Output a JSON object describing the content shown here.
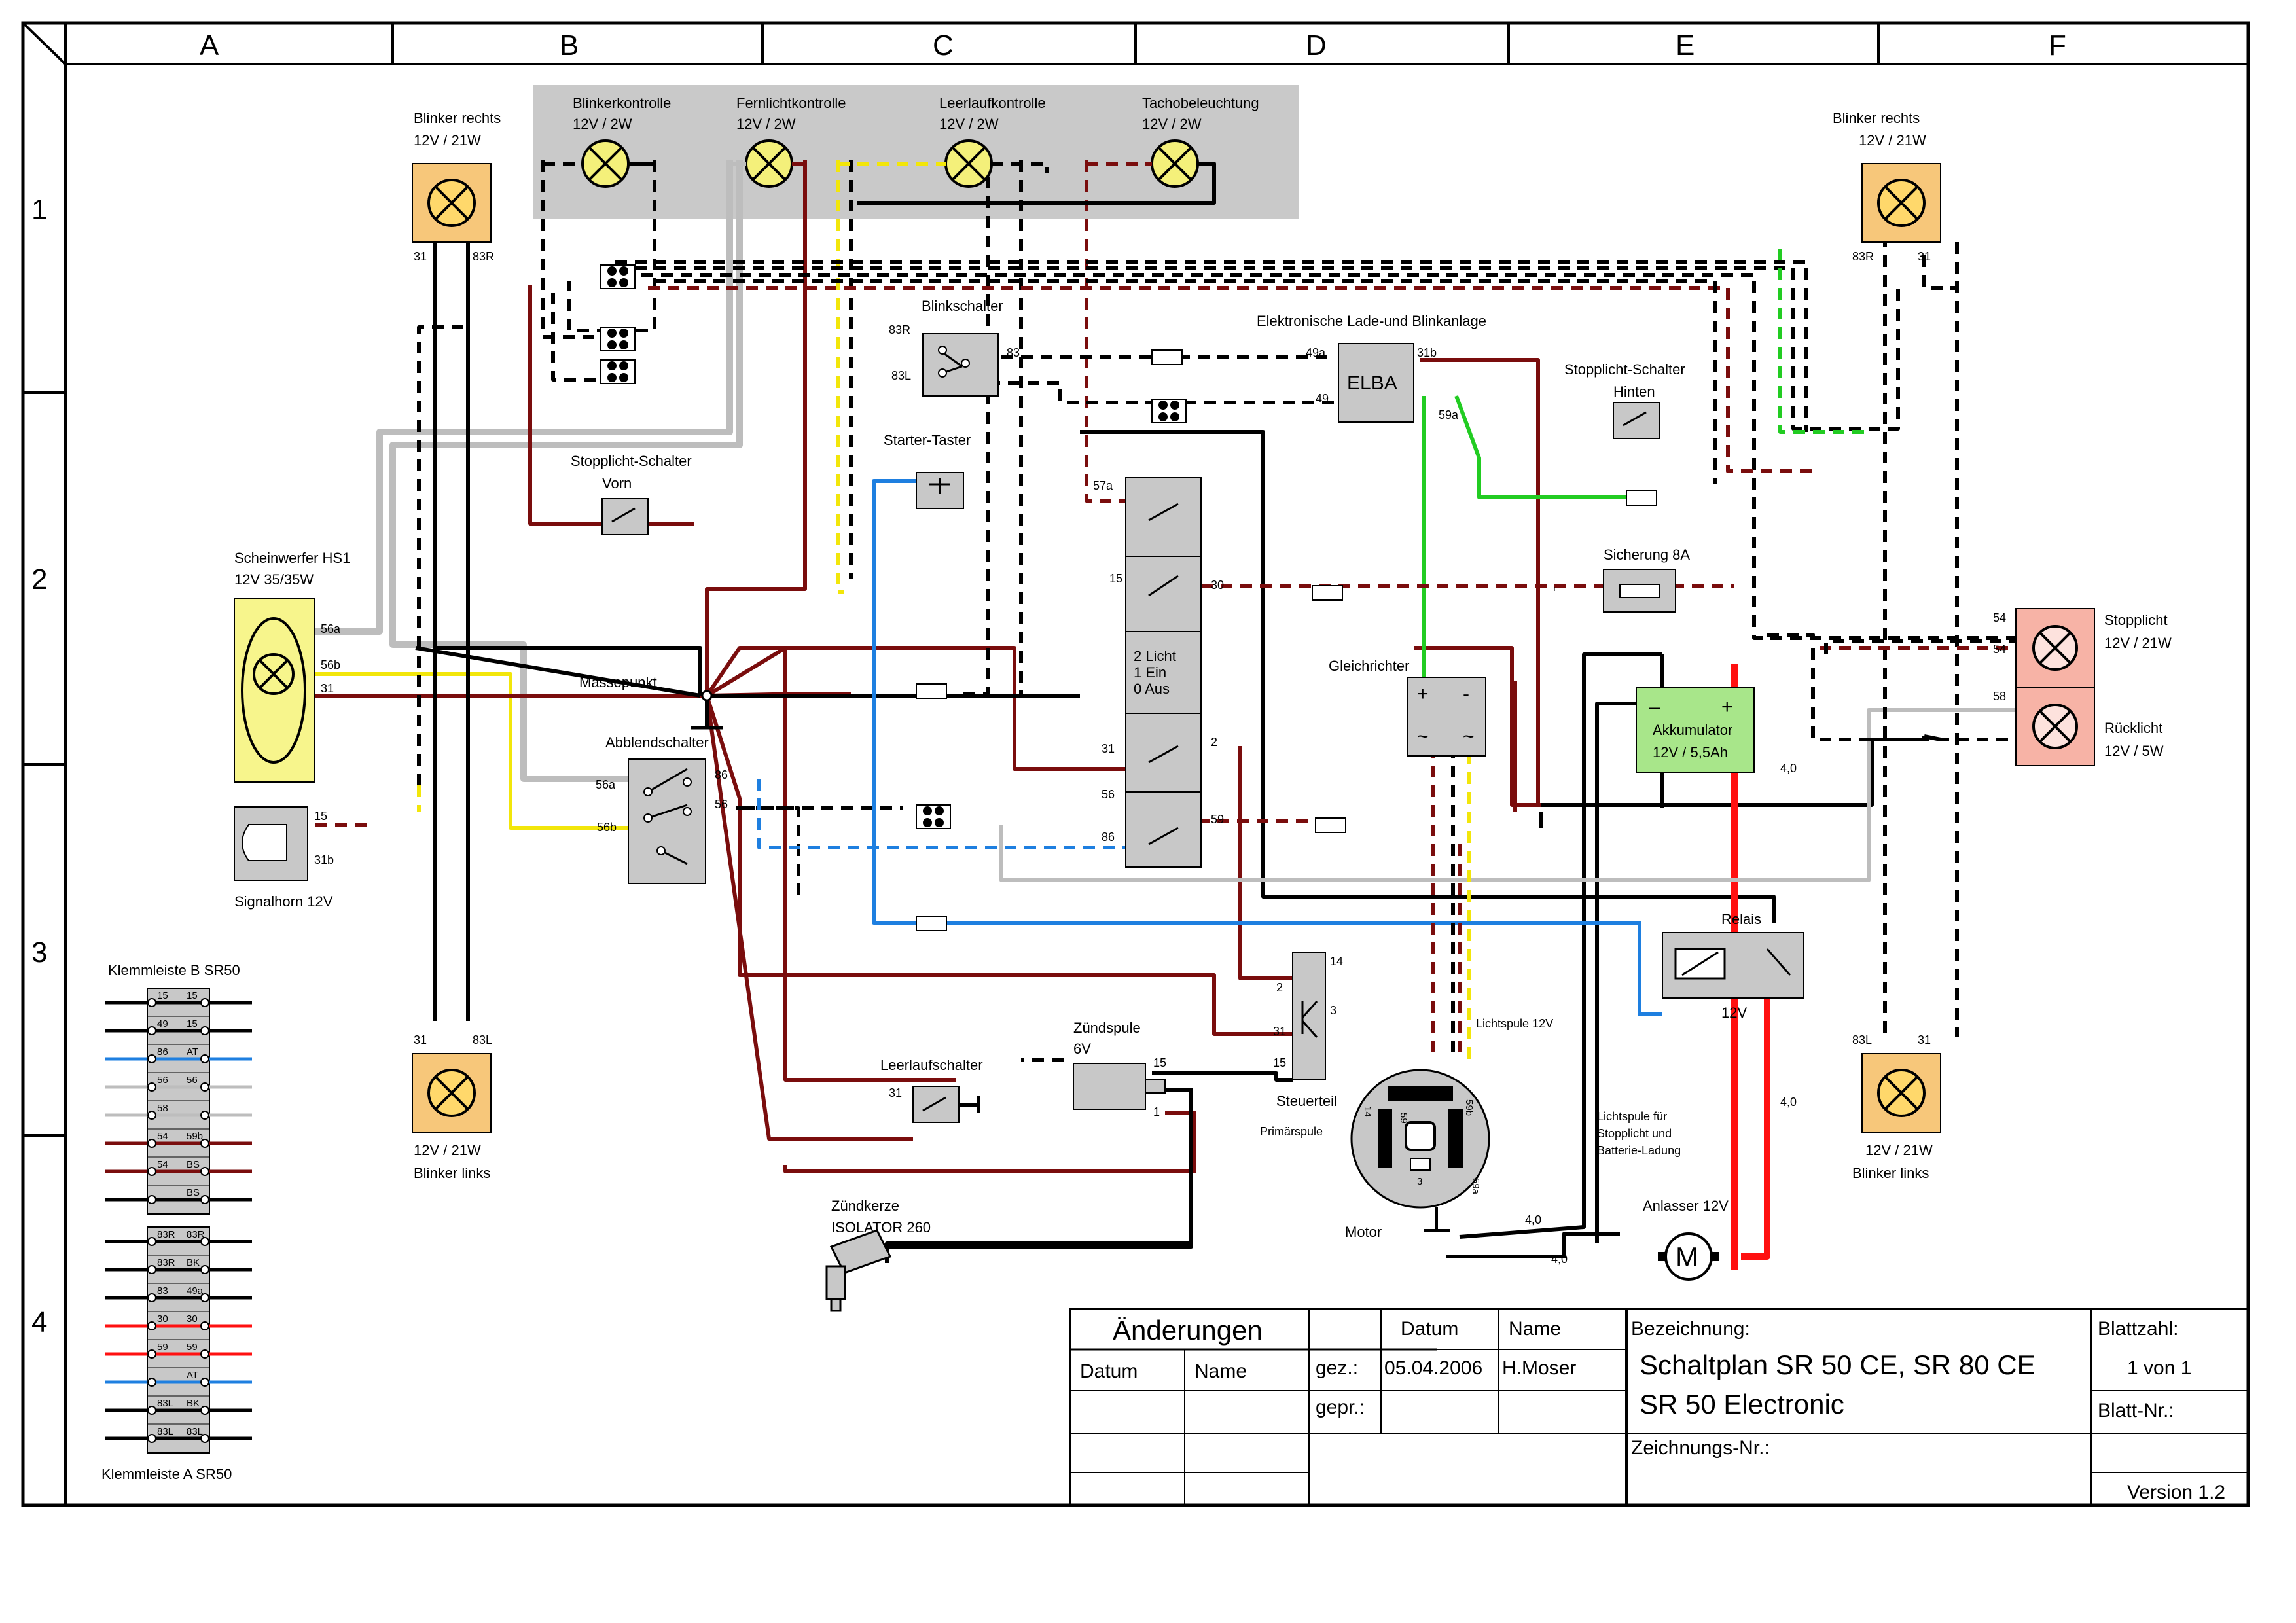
{
  "frame": {
    "columns": [
      "A",
      "B",
      "C",
      "D",
      "E",
      "F"
    ],
    "rows": [
      "1",
      "2",
      "3",
      "4"
    ]
  },
  "labels": {
    "blinker_rechts_l": "Blinker rechts",
    "blinker_rechts_l_spec": "12V / 21W",
    "blinker_rechts_r": "Blinker rechts",
    "blinker_rechts_r_spec": "12V / 21W",
    "blinker_links_l_spec": "12V / 21W",
    "blinker_links_l": "Blinker links",
    "blinker_links_r_spec": "12V / 21W",
    "blinker_links_r": "Blinker links",
    "blinkerkontrolle": "Blinkerkontrolle",
    "blinkerkontrolle_spec": "12V / 2W",
    "fernlichtkontrolle": "Fernlichtkontrolle",
    "fernlichtkontrolle_spec": "12V / 2W",
    "leerlaufkontrolle": "Leerlaufkontrolle",
    "leerlaufkontrolle_spec": "12V / 2W",
    "tachobeleuchtung": "Tachobeleuchtung",
    "tachobeleuchtung_spec": "12V / 2W",
    "blinkschalter": "Blinkschalter",
    "elba_title": "Elektronische  Lade-und Blinkanlage",
    "elba": "ELBA",
    "stopplicht_hinten_1": "Stopplicht-Schalter",
    "stopplicht_hinten_2": "Hinten",
    "stopplicht_vorn_1": "Stopplicht-Schalter",
    "stopplicht_vorn_2": "Vorn",
    "starter_taster": "Starter-Taster",
    "scheinwerfer": "Scheinwerfer HS1",
    "scheinwerfer_spec": "12V 35/35W",
    "massepunkt": "Massepunkt",
    "abblendschalter": "Abblendschalter",
    "signalhorn": "Signalhorn 12V",
    "sicherung": "Sicherung 8A",
    "gleichrichter": "Gleichrichter",
    "akku_1": "Akkumulator",
    "akku_2": "12V / 5,5Ah",
    "stopplicht": "Stopplicht",
    "stopplicht_spec": "12V / 21W",
    "ruecklicht": "Rücklicht",
    "ruecklicht_spec": "12V / 5W",
    "relais": "Relais",
    "relais_spec": "12V",
    "zuendspule": "Zündspule",
    "zuendspule_spec": "6V",
    "steuerteil": "Steuerteil",
    "leerlaufschalter": "Leerlaufschalter",
    "lichtspule": "Lichtspule 12V",
    "primaerspule": "Primärspule",
    "lichtspule_info_1": "Lichtspule für",
    "lichtspule_info_2": "Stopplicht und",
    "lichtspule_info_3": "Batterie-Ladung",
    "motor": "Motor",
    "anlasser": "Anlasser 12V",
    "motor_symbol": "M",
    "zuendkerze": "Zündkerze",
    "zuendkerze_spec": "ISOLATOR 260",
    "zuendschloss_1": "2 Licht",
    "zuendschloss_2": "1 Ein",
    "zuendschloss_3": "0 Aus",
    "klemmleiste_b": "Klemmleiste B SR50",
    "klemmleiste_a": "Klemmleiste A SR50",
    "wire_40_a": "4,0",
    "wire_40_b": "4,0",
    "wire_40_c": "4,0",
    "wire_40_d": "4,0"
  },
  "terminals": {
    "t31_bl": "31",
    "t83r_bl": "83R",
    "t31_br": "31",
    "t83r_br": "83R",
    "t31_ll": "31",
    "t83l_ll": "83L",
    "t83l_lr": "83L",
    "t31_lr": "31",
    "bs_83r": "83R",
    "bs_83l": "83L",
    "bs_83": "83",
    "elba_49a": "49a",
    "elba_31b": "31b",
    "elba_49": "49",
    "elba_59a": "59a",
    "sw_56a": "56a",
    "sw_56b": "56b",
    "sw_31": "31",
    "ab_56a": "56a",
    "ab_56b": "56b",
    "ab_86": "86",
    "ab_56": "56",
    "horn_15": "15",
    "horn_31b": "31b",
    "zs_57a": "57a",
    "zs_15": "15",
    "zs_30": "30",
    "zs_31": "31",
    "zs_2": "2",
    "zs_56": "56",
    "zs_86": "86",
    "zs_59": "59",
    "sl_54a": "54",
    "sl_54b": "54",
    "sl_58": "58",
    "st_14": "14",
    "st_2": "2",
    "st_3": "3",
    "st_31": "31",
    "st_15": "15",
    "zsp_15": "15",
    "zsp_1": "1",
    "ll_31": "31",
    "m_14": "14",
    "m_59": "59",
    "m_59b": "59b",
    "m_3": "3",
    "m_59a": "59a"
  },
  "klemmleiste_b_rows": [
    {
      "l": "15",
      "r": "15"
    },
    {
      "l": "49",
      "r": "15"
    },
    {
      "l": "86",
      "r": "AT"
    },
    {
      "l": "56",
      "r": "56"
    },
    {
      "l": "58",
      "r": ""
    },
    {
      "l": "54",
      "r": "59b"
    },
    {
      "l": "54",
      "r": "BS"
    },
    {
      "l": "",
      "r": "BS"
    }
  ],
  "klemmleiste_a_rows": [
    {
      "l": "83R",
      "r": "83R"
    },
    {
      "l": "83R",
      "r": "BK"
    },
    {
      "l": "83",
      "r": "49a"
    },
    {
      "l": "30",
      "r": "30"
    },
    {
      "l": "59",
      "r": "59"
    },
    {
      "l": "",
      "r": "AT"
    },
    {
      "l": "83L",
      "r": "BK"
    },
    {
      "l": "83L",
      "r": "83L"
    }
  ],
  "titleblock": {
    "aenderungen": "Änderungen",
    "datum_h": "Datum",
    "name_h": "Name",
    "datum_col": "Datum",
    "name_col": "Name",
    "gez": "gez.:",
    "gez_datum": "05.04.2006",
    "gez_name": "H.Moser",
    "gepr": "gepr.:",
    "bezeichnung_label": "Bezeichnung:",
    "bezeichnung_1": "Schaltplan SR 50 CE, SR 80 CE",
    "bezeichnung_2": "SR 50 Electronic",
    "zeichnungs_nr": "Zeichnungs-Nr.:",
    "blattzahl": "Blattzahl:",
    "blattzahl_val": "1 von 1",
    "blatt_nr": "Blatt-Nr.:",
    "version": "Version 1.2"
  }
}
